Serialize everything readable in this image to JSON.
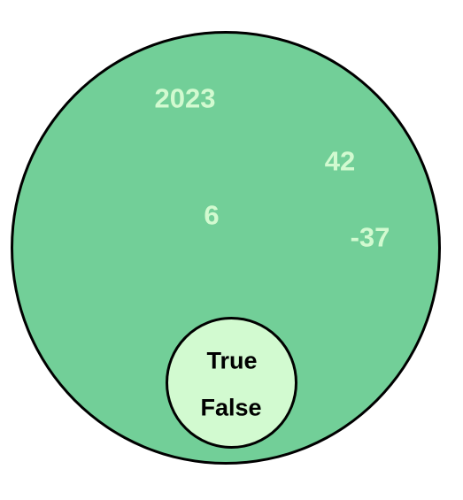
{
  "colors": {
    "outer_fill": "#72CF98",
    "inner_fill": "#D2FAD0",
    "outline": "#000000",
    "number_text": "#D2FAD0",
    "boolean_text": "#000000"
  },
  "outer_set": {
    "items": [
      "2023",
      "42",
      "6",
      "-37"
    ]
  },
  "inner_set": {
    "items": [
      "True",
      "False"
    ]
  }
}
